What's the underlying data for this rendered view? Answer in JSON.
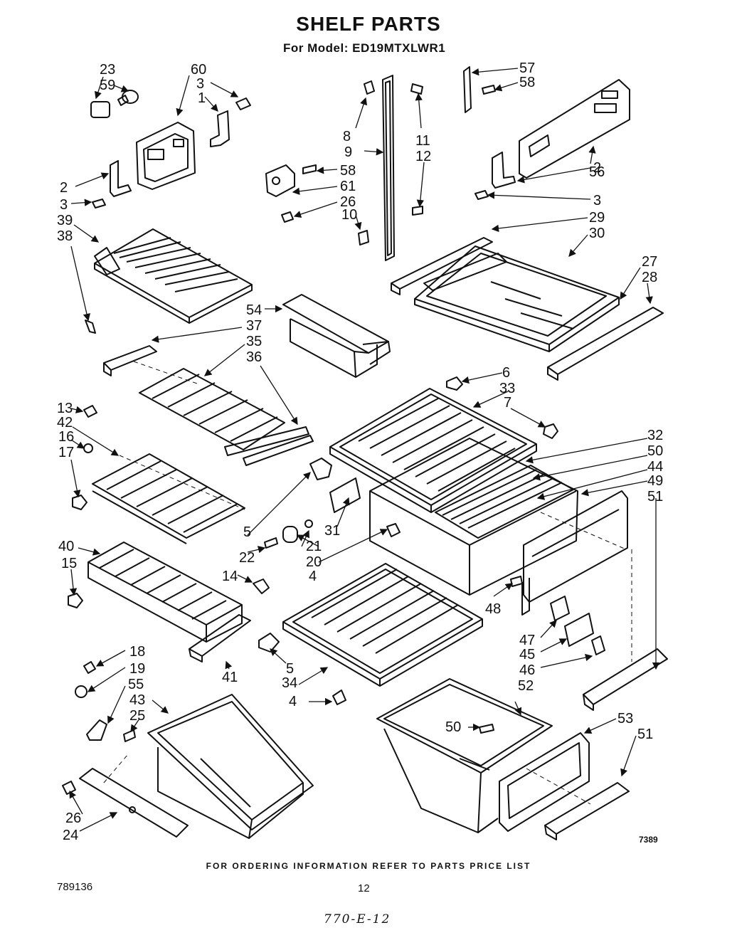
{
  "title": "SHELF PARTS",
  "model_line": "For Model:  ED19MTXLWR1",
  "footer": "FOR ORDERING INFORMATION REFER TO PARTS PRICE LIST",
  "doc_number": "789136",
  "page_number": "12",
  "drawing_number": "7389",
  "handwritten_note": "770-E-12",
  "callouts": {
    "c23": "23",
    "c59": "59",
    "c60": "60",
    "c3a": "3",
    "c1": "1",
    "c2a": "2",
    "c3b": "3",
    "c39": "39",
    "c38": "38",
    "c8": "8",
    "c9": "9",
    "c11": "11",
    "c12": "12",
    "c58a": "58",
    "c61": "61",
    "c26a": "26",
    "c10": "10",
    "c57": "57",
    "c58b": "58",
    "c56": "56",
    "c2b": "2",
    "c3c": "3",
    "c29": "29",
    "c30": "30",
    "c27": "27",
    "c28": "28",
    "c54": "54",
    "c37": "37",
    "c35": "35",
    "c36": "36",
    "c13": "13",
    "c42": "42",
    "c16": "16",
    "c17": "17",
    "c6": "6",
    "c33": "33",
    "c7": "7",
    "c32": "32",
    "c50a": "50",
    "c44": "44",
    "c49": "49",
    "c51a": "51",
    "c5a": "5",
    "c31": "31",
    "c22": "22",
    "c21": "21",
    "c20": "20",
    "c4a": "4",
    "c40": "40",
    "c15": "15",
    "c14": "14",
    "c48": "48",
    "c47": "47",
    "c45": "45",
    "c46": "46",
    "c41": "41",
    "c5b": "5",
    "c34": "34",
    "c4b": "4",
    "c18": "18",
    "c19": "19",
    "c55": "55",
    "c43": "43",
    "c25": "25",
    "c52": "52",
    "c50b": "50",
    "c53": "53",
    "c51b": "51",
    "c26b": "26",
    "c24": "24"
  }
}
